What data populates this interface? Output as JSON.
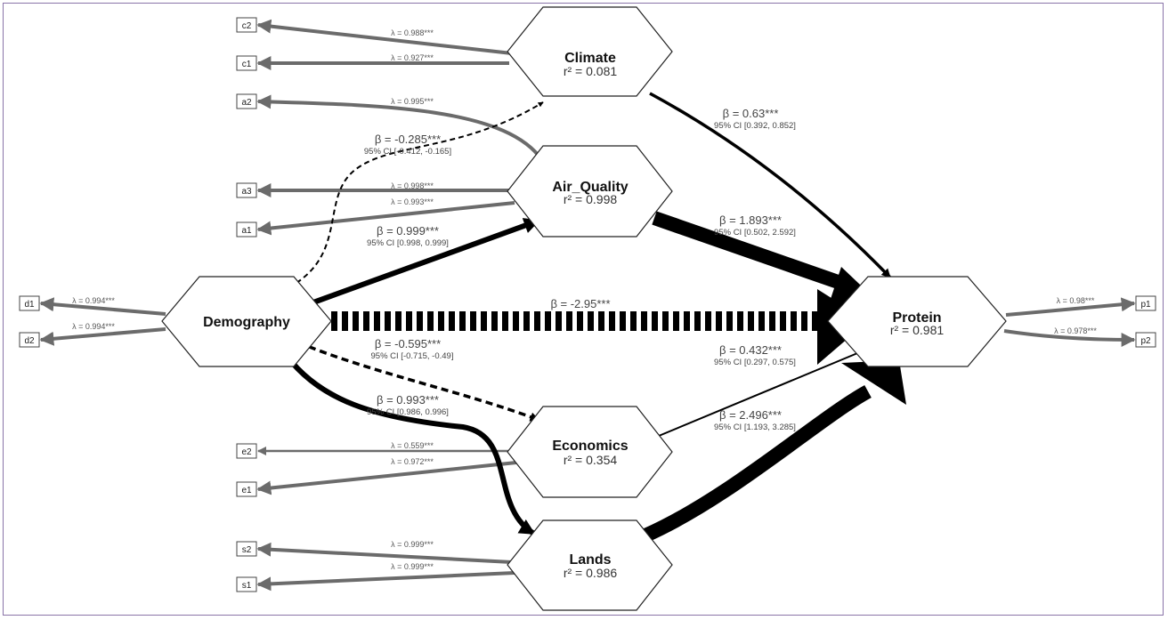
{
  "nodes": {
    "climate": {
      "name": "Climate",
      "r2": "r² = 0.081"
    },
    "air_quality": {
      "name": "Air_Quality",
      "r2": "r² = 0.998"
    },
    "demography": {
      "name": "Demography"
    },
    "economics": {
      "name": "Economics",
      "r2": "r² = 0.354"
    },
    "lands": {
      "name": "Lands",
      "r2": "r² = 0.986"
    },
    "protein": {
      "name": "Protein",
      "r2": "r² = 0.981"
    }
  },
  "indicators": {
    "c2": "c2",
    "c1": "c1",
    "a2": "a2",
    "a3": "a3",
    "a1": "a1",
    "d1": "d1",
    "d2": "d2",
    "e2": "e2",
    "e1": "e1",
    "s2": "s2",
    "s1": "s1",
    "p1": "p1",
    "p2": "p2"
  },
  "loadings": {
    "c2": "λ = 0.988***",
    "c1": "λ = 0.927***",
    "a2": "λ = 0.995***",
    "a3": "λ = 0.998***",
    "a1": "λ = 0.993***",
    "d1": "λ = 0.994***",
    "d2": "λ = 0.994***",
    "e2": "λ = 0.559***",
    "e1": "λ = 0.972***",
    "s2": "λ = 0.999***",
    "s1": "λ = 0.999***",
    "p1": "λ = 0.98***",
    "p2": "λ = 0.978***"
  },
  "paths": {
    "dem_climate": {
      "beta": "β = -0.285***",
      "ci": "95% CI [-0.412, -0.165]",
      "value": -0.285
    },
    "dem_air": {
      "beta": "β = 0.999***",
      "ci": "95% CI [0.998, 0.999]",
      "value": 0.999
    },
    "dem_protein": {
      "beta": "β = -2.95***",
      "value": -2.95
    },
    "dem_econ": {
      "beta": "β = -0.595***",
      "ci": "95% CI [-0.715, -0.49]",
      "value": -0.595
    },
    "dem_lands": {
      "beta": "β = 0.993***",
      "ci": "95% CI [0.986, 0.996]",
      "value": 0.993
    },
    "climate_protein": {
      "beta": "β = 0.63***",
      "ci": "95% CI [0.392, 0.852]",
      "value": 0.63
    },
    "air_protein": {
      "beta": "β = 1.893***",
      "ci": "95% CI [0.502, 2.592]",
      "value": 1.893
    },
    "econ_protein": {
      "beta": "β = 0.432***",
      "ci": "95% CI [0.297, 0.575]",
      "value": 0.432
    },
    "lands_protein": {
      "beta": "β = 2.496***",
      "ci": "95% CI [1.193, 3.285]",
      "value": 2.496
    }
  }
}
